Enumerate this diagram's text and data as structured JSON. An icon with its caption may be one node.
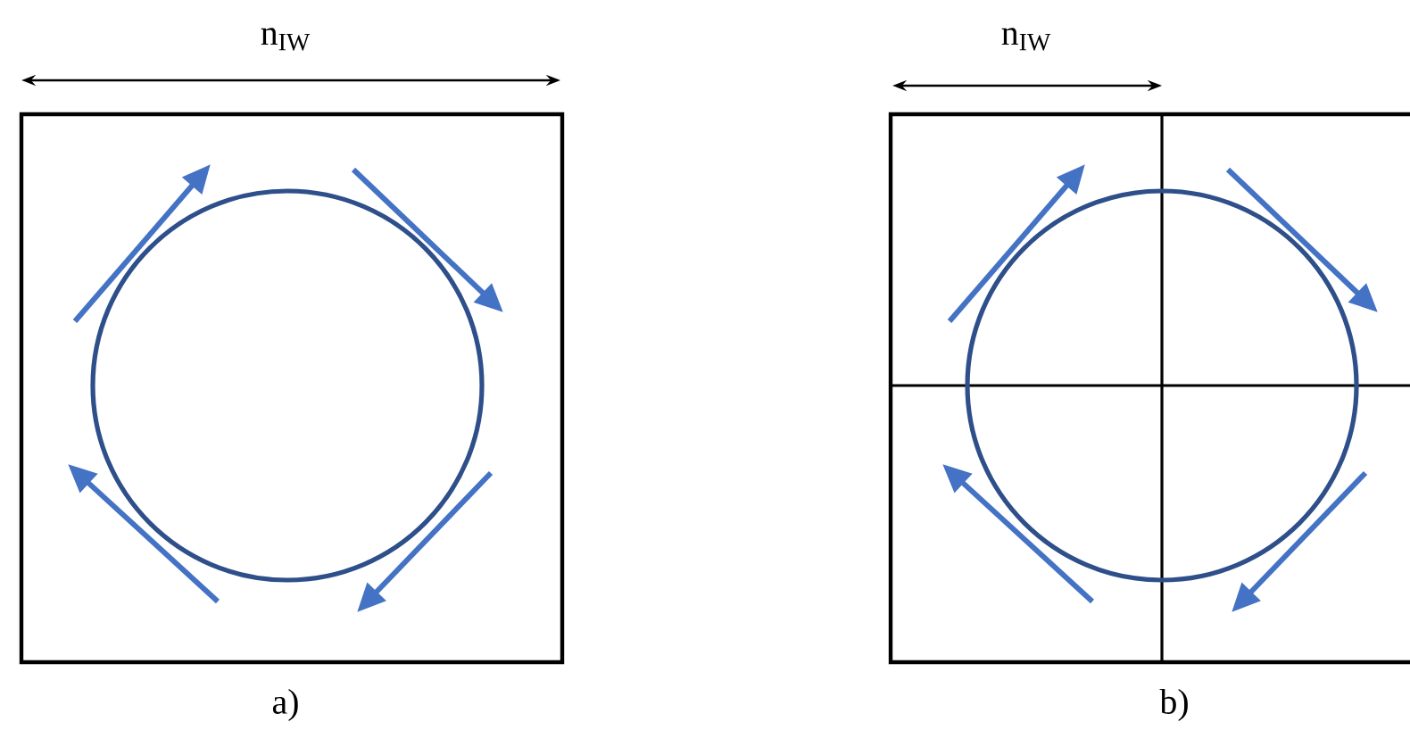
{
  "diagram": {
    "labels": [
      "n$_{IW}$",
      "n$_{IW}$",
      "a)",
      "b)"
    ]
  }
}
